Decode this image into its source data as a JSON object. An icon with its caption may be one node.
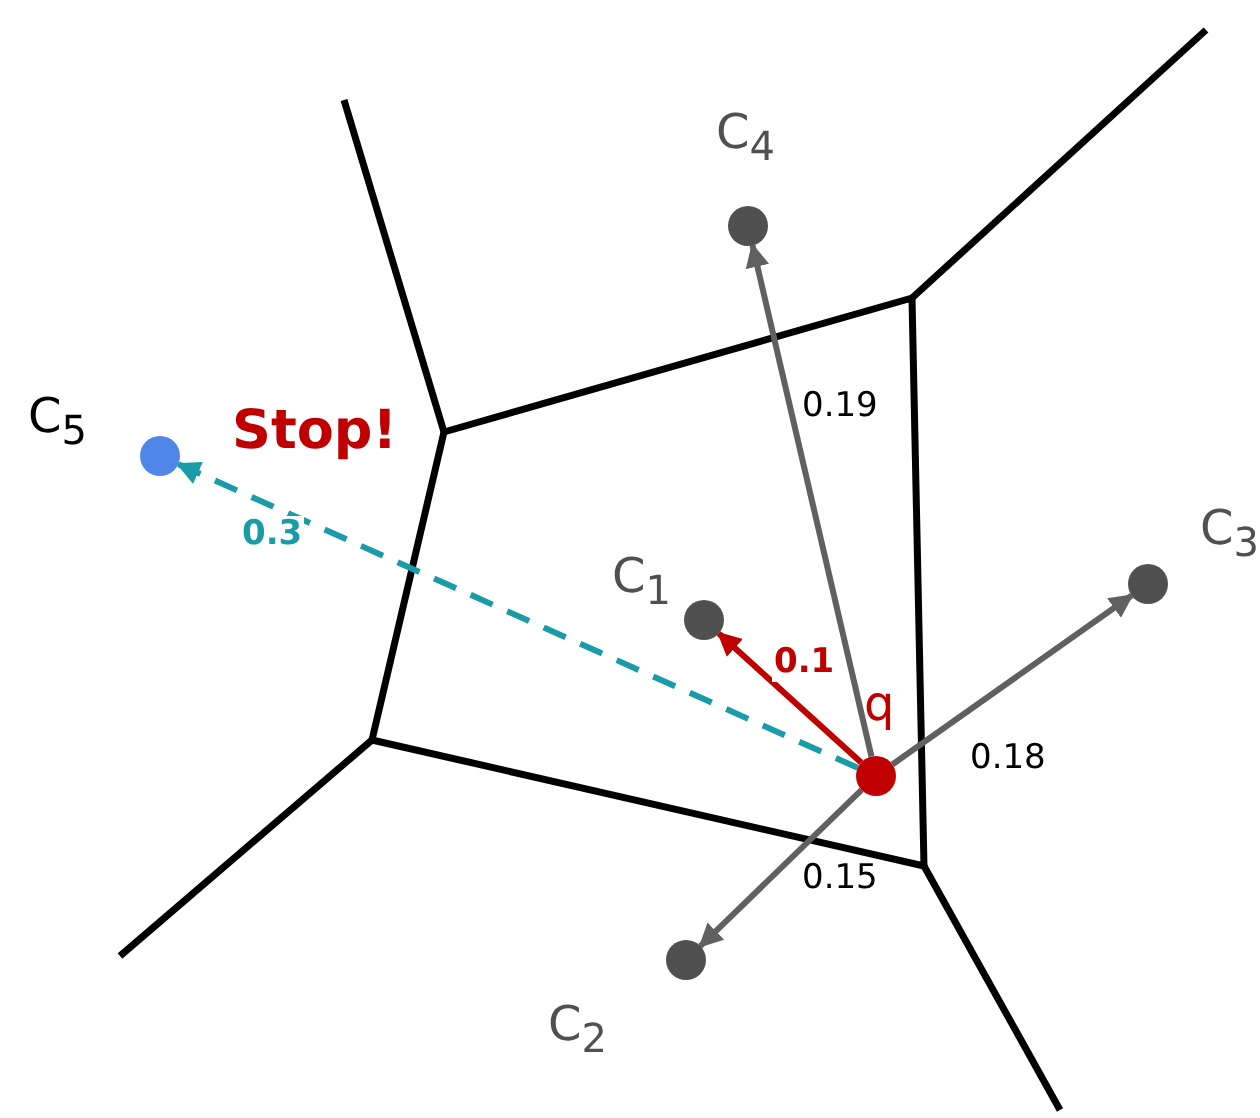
{
  "diagram": {
    "nodes": [
      {
        "text": [],
        "shape": "circle",
        "beside": [
          "C$_{4}$"
        ]
      },
      {
        "text": [],
        "shape": "circle",
        "beside": [
          "C$_{5}$"
        ]
      },
      {
        "text": [],
        "shape": "circle",
        "beside": [
          "C$_{3}$"
        ]
      },
      {
        "text": [],
        "shape": "circle",
        "beside": [
          "C$_{1}$"
        ]
      },
      {
        "text": [],
        "shape": "circle",
        "beside": [
          "q"
        ]
      },
      {
        "text": [],
        "shape": "circle",
        "beside": [
          "C$_{2}$"
        ]
      }
    ],
    "edges": [
      {
        "from": 4,
        "to": 3,
        "arrow": "to",
        "label": "0.1",
        "color": "#c00000"
      },
      {
        "from": 4,
        "to": 5,
        "arrow": "to",
        "label": "0.15"
      },
      {
        "from": 4,
        "to": 2,
        "arrow": "to",
        "label": "0.18"
      },
      {
        "from": 4,
        "to": 0,
        "arrow": "to",
        "label": "0.19"
      },
      {
        "from": 4,
        "to": 1,
        "arrow": "to",
        "label": "0.3",
        "style": "dashed",
        "color": "#1a9ba8"
      }
    ],
    "labels": [
      "Stop!"
    ]
  }
}
